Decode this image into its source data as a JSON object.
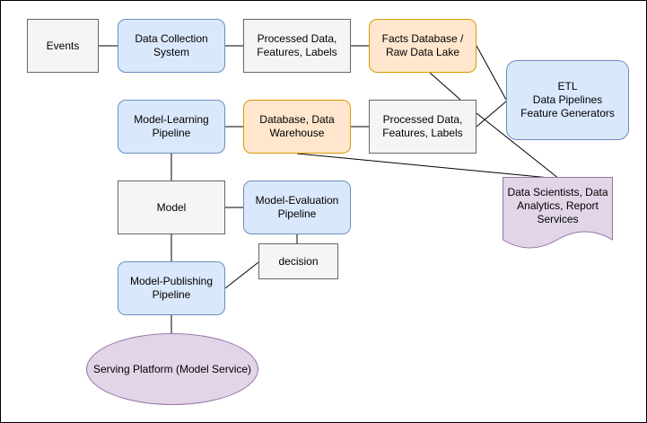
{
  "nodes": {
    "events": "Events",
    "data_collection": "Data Collection\nSystem",
    "processed_top": "Processed Data,\nFeatures, Labels",
    "facts_db": "Facts Database /\nRaw Data Lake",
    "etl": "ETL\nData Pipelines\nFeature Generators",
    "model_learning": "Model-Learning\nPipeline",
    "database_wh": "Database, Data\nWarehouse",
    "processed_mid": "Processed Data,\nFeatures, Labels",
    "data_scientists": "Data Scientists, Data\nAnalytics, Report\nServices",
    "model": "Model",
    "model_eval": "Model-Evaluation\nPipeline",
    "decision": "decision",
    "model_publishing": "Model-Publishing\nPipeline",
    "serving": "Serving Platform (Model Service)"
  },
  "colors": {
    "gray_fill": "#f5f5f5",
    "blue_fill": "#dae8fc",
    "orange_fill": "#ffe6cc",
    "purple_fill": "#e1d5e7",
    "edge": "#000000"
  }
}
